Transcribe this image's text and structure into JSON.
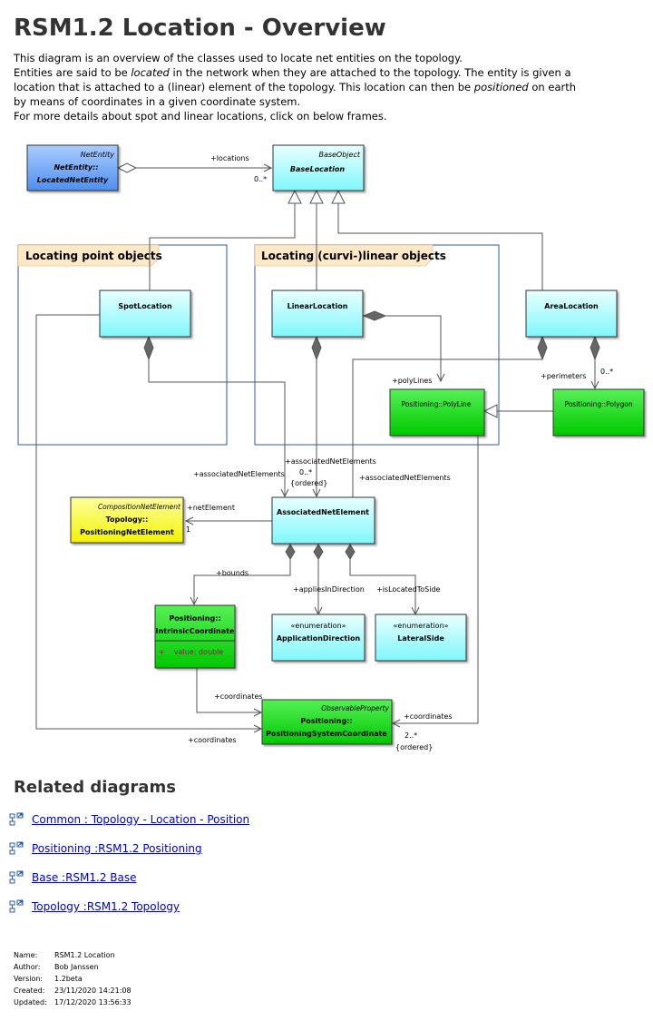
{
  "page": {
    "title": "RSM1.2 Location - Overview",
    "intro": [
      [
        "This diagram is an overview of the classes used to locate net entities on the topology."
      ],
      [
        "Entities are said to be ",
        {
          "em": "located"
        },
        " in the network when they are attached to the topology. The entity is given a"
      ],
      [
        "location that is attached to a (linear) element of the topology. This location can then be ",
        {
          "em": "positioned"
        },
        " on earth"
      ],
      [
        "by means of coordinates in a given coordinate system."
      ],
      [
        "For more details about spot and linear locations, click on below frames."
      ]
    ]
  },
  "diagram": {
    "frames": {
      "point": "Locating point objects",
      "linear": "Locating (curvi-)linear objects"
    },
    "classes": {
      "net_entity": {
        "stereotype": "NetEntity",
        "name1": "NetEntity::",
        "name2": "LocatedNetEntity"
      },
      "base_location": {
        "stereotype": "BaseObject",
        "name1": "BaseLocation"
      },
      "spot_location": {
        "name1": "SpotLocation"
      },
      "linear_location": {
        "name1": "LinearLocation"
      },
      "area_location": {
        "name1": "AreaLocation"
      },
      "polyline": {
        "name1": "Positioning::PolyLine"
      },
      "polygon": {
        "name1": "Positioning::Polygon"
      },
      "composition_net_element": {
        "stereotype": "CompositionNetElement",
        "name1": "Topology::",
        "name2": "PositioningNetElement"
      },
      "associated_net_element": {
        "name1": "AssociatedNetElement"
      },
      "intrinsic_coordinate": {
        "name1": "Positioning::",
        "name2": "IntrinsicCoordinate",
        "attribute": "+    value: double"
      },
      "application_direction": {
        "stereotype": "«enumeration»",
        "name1": "ApplicationDirection"
      },
      "lateral_side": {
        "stereotype": "«enumeration»",
        "name1": "LateralSide"
      },
      "positioning_system_coordinate": {
        "stereotype": "ObservableProperty",
        "name1": "Positioning::",
        "name2": "PositioningSystemCoordinate"
      }
    },
    "labels": {
      "locations": "+locations",
      "locations_mult": "0..*",
      "poly_lines": "+polyLines",
      "perimeters": "+perimeters",
      "perimeters_mult": "0..*",
      "assoc_left": "+associatedNetElements",
      "assoc_mid": "+associatedNetElements",
      "assoc_mid_mult": "0..*",
      "assoc_mid_ordered": "{ordered}",
      "assoc_right": "+associatedNetElements",
      "net_element": "+netElement",
      "net_element_mult": "1",
      "bounds": "+bounds",
      "applies_in_direction": "+appliesInDirection",
      "is_located_to_side": "+isLocatedToSide",
      "coordinates_top": "+coordinates",
      "coordinates_bottom": "+coordinates",
      "coordinates_right": "+coordinates",
      "coordinates_right_mult": "2..*",
      "coordinates_right_ordered": "{ordered}"
    }
  },
  "colors": {
    "title": "#333333",
    "cyan_fill": "#9ffcff",
    "green_fill": "#00e000",
    "yellow_fill": "#ffff00",
    "blue_fill": "#66aaff",
    "frame_border": "#3355aa",
    "frame_tab": "#fde9c8",
    "link": "#0000cc"
  },
  "related": {
    "title": "Related diagrams",
    "items": [
      {
        "label": "Common : Topology - Location - Position",
        "icon": "diagram-link-icon"
      },
      {
        "label": "Positioning :RSM1.2 Positioning",
        "icon": "diagram-link-icon"
      },
      {
        "label": "Base :RSM1.2 Base",
        "icon": "diagram-link-icon"
      },
      {
        "label": "Topology :RSM1.2 Topology",
        "icon": "diagram-link-icon"
      }
    ]
  },
  "meta": {
    "rows": [
      {
        "k": "Name:",
        "v": "RSM1.2 Location"
      },
      {
        "k": "Author:",
        "v": "Bob Janssen"
      },
      {
        "k": "Version:",
        "v": "1.2beta"
      },
      {
        "k": "Created:",
        "v": "23/11/2020 14:21:08"
      },
      {
        "k": "Updated:",
        "v": "17/12/2020 13:56:33"
      }
    ]
  }
}
